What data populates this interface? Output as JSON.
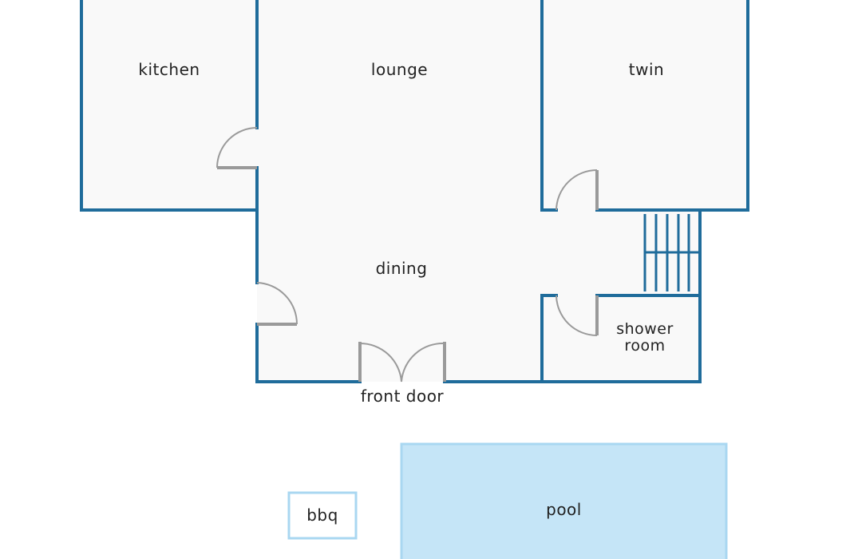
{
  "colors": {
    "wall": "#1f6c9b",
    "door": "#9a9a9a",
    "floor": "#f9f9f9",
    "pool_fill": "#c5e5f7",
    "pool_stroke": "#a9d7f1",
    "text": "#222222"
  },
  "rooms": {
    "kitchen": "kitchen",
    "lounge": "lounge",
    "twin": "twin",
    "dining": "dining",
    "shower_room_line1": "shower",
    "shower_room_line2": "room",
    "front_door": "front door",
    "pool": "pool",
    "bbq": "bbq"
  }
}
